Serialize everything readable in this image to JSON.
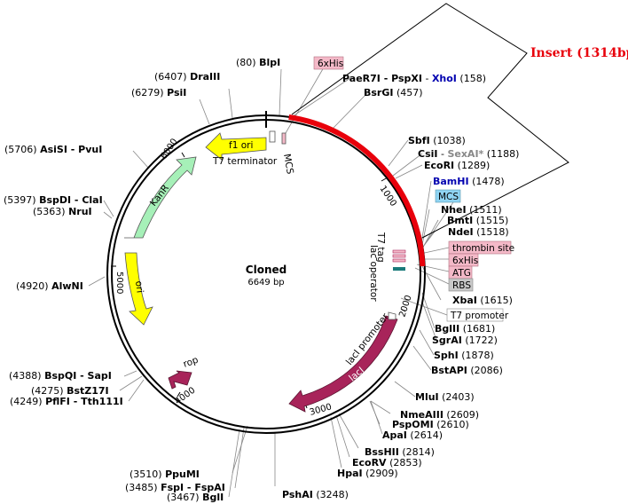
{
  "plasmid": {
    "name": "Cloned",
    "size": "6649 bp"
  },
  "insert": {
    "label": "Insert (1314bp)"
  },
  "colors": {
    "insert_arc": "#e8000b",
    "backbone": "#000000",
    "yellow": "#ffff00",
    "green": "#a6f0b8",
    "maroon": "#a8245a",
    "pink_box": "#f4b9c8",
    "blue_box": "#8fd4f3",
    "gray_box": "#c8c8c8",
    "teal": "#1b7a7a",
    "enzyme_blue": "#0000b0",
    "insert_label": "#e8000b"
  },
  "scale": [
    "1000",
    "2000",
    "3000",
    "4000",
    "5000",
    "6000"
  ],
  "features": {
    "f1_ori": "f1 ori",
    "t7_terminator": "T7 terminator",
    "mcs_top": "MCS",
    "kanr": "KanR",
    "ori": "ori",
    "rop": "rop",
    "laci": "lacI",
    "laci_promoter": "lacI promoter",
    "t7_tag": "T7 tag",
    "lac_operator": "lac operator"
  },
  "boxes": {
    "his_top": "6xHis",
    "mcs": "MCS",
    "thrombin": "thrombin site",
    "his": "6xHis",
    "atg": "ATG",
    "rbs": "RBS",
    "t7_promoter": "T7 promoter"
  },
  "sites": [
    {
      "pos": "(80)",
      "name": "BlpI"
    },
    {
      "pos": "(6407)",
      "name": "DraIII"
    },
    {
      "pos": "(6279)",
      "name": "PsiI"
    },
    {
      "pos": "(5706)",
      "name": "AsiSI - PvuI"
    },
    {
      "pos": "(5397)",
      "name": "BspDI - ClaI"
    },
    {
      "pos": "(5363)",
      "name": "NruI"
    },
    {
      "pos": "(4920)",
      "name": "AlwNI"
    },
    {
      "pos": "(4388)",
      "name": "BspQI - SapI"
    },
    {
      "pos": "(4275)",
      "name": "BstZ17I"
    },
    {
      "pos": "(4249)",
      "name": "PflFI - Tth111I"
    },
    {
      "pos": "(3510)",
      "name": "PpuMI"
    },
    {
      "pos": "(3485)",
      "name": "FspI - FspAI"
    },
    {
      "pos": "(3467)",
      "name": "BglI"
    },
    {
      "pos": "(3248)",
      "name": "PshAI"
    },
    {
      "pos": "(2909)",
      "name": "HpaI"
    },
    {
      "pos": "(2853)",
      "name": "EcoRV"
    },
    {
      "pos": "(2814)",
      "name": "BssHII"
    },
    {
      "pos": "(2614)",
      "name": "ApaI"
    },
    {
      "pos": "(2610)",
      "name": "PspOMI"
    },
    {
      "pos": "(2609)",
      "name": "NmeAIII"
    },
    {
      "pos": "(2403)",
      "name": "MluI"
    },
    {
      "pos": "(2086)",
      "name": "BstAPI"
    },
    {
      "pos": "(1878)",
      "name": "SphI"
    },
    {
      "pos": "(1722)",
      "name": "SgrAI"
    },
    {
      "pos": "(1681)",
      "name": "BglII"
    },
    {
      "pos": "(1615)",
      "name": "XbaI"
    },
    {
      "pos": "(1518)",
      "name": "NdeI"
    },
    {
      "pos": "(1515)",
      "name": "BmtI"
    },
    {
      "pos": "(1511)",
      "name": "NheI"
    },
    {
      "pos": "(1478)",
      "name": "BamHI"
    },
    {
      "pos": "(1289)",
      "name": "EcoRI"
    },
    {
      "pos": "(1188)",
      "name": "CsiI",
      "extra": "SexAI*"
    },
    {
      "pos": "(1038)",
      "name": "SbfI"
    },
    {
      "pos": "(457)",
      "name": "BsrGI"
    },
    {
      "pos": "(158)",
      "name": "PaeR7I - PspXI",
      "extra": "XhoI"
    }
  ]
}
